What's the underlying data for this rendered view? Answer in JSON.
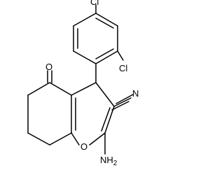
{
  "molecule": {
    "atoms": {
      "cl_top": "Cl",
      "cl_side": "Cl",
      "ketone_o": "O",
      "nitrile_n": "N",
      "ring_o": "O",
      "amino_line1": "NH",
      "amino_sub": "2"
    }
  },
  "colors": {
    "bond": "#000000",
    "text": "#000000",
    "background": "#ffffff"
  }
}
